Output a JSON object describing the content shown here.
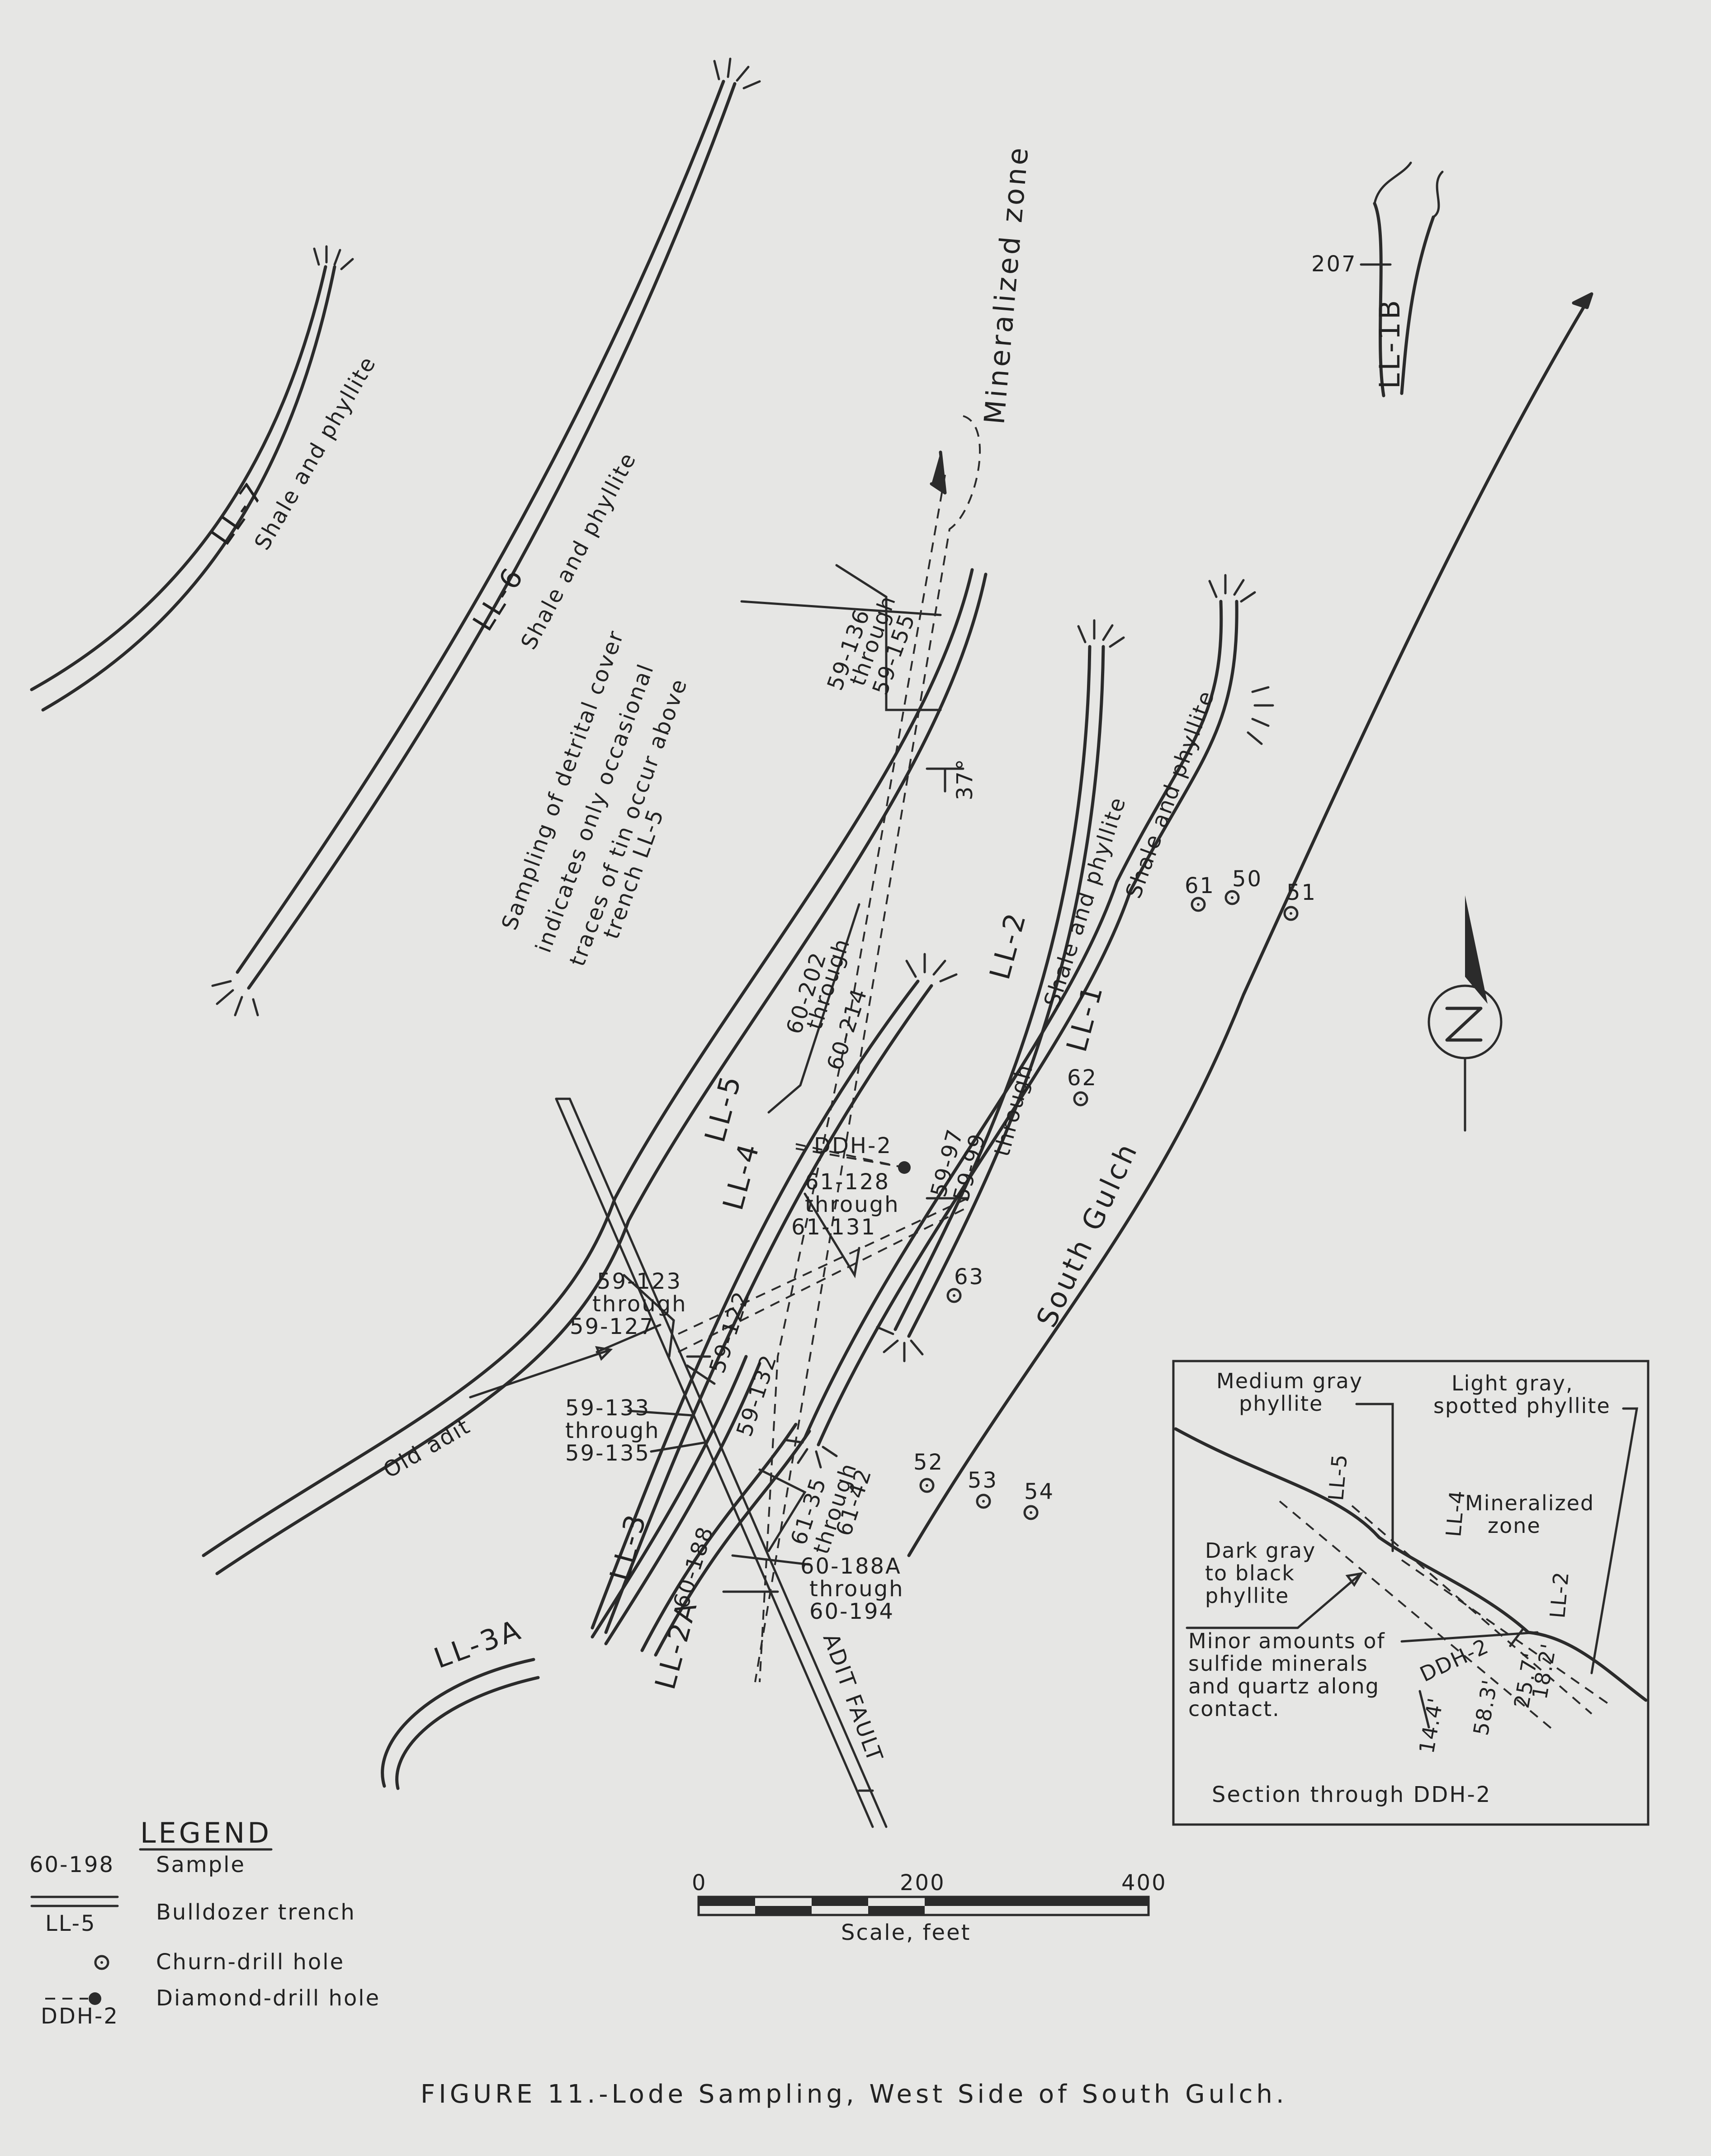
{
  "title": "FIGURE 11.-Lode Sampling, West Side of South Gulch.",
  "trenches": [
    {
      "id": "LL-7",
      "rock": "Shale and phyllite"
    },
    {
      "id": "LL-6",
      "rock": "Shale and phyllite"
    },
    {
      "id": "LL-5",
      "rock": ""
    },
    {
      "id": "LL-4",
      "rock": ""
    },
    {
      "id": "LL-3",
      "rock": ""
    },
    {
      "id": "LL-3A",
      "rock": ""
    },
    {
      "id": "LL-2",
      "rock": "Shale and phyllite"
    },
    {
      "id": "LL-2A",
      "rock": ""
    },
    {
      "id": "LL-1",
      "rock": "Shale and phyllite"
    },
    {
      "id": "LL-1B",
      "rock": ""
    }
  ],
  "notes": {
    "mineralized_zone": "Mineralized zone",
    "detrital": [
      "Sampling of detrital cover",
      "indicates only occasional",
      "traces of tin occur above",
      "trench LL-5"
    ],
    "south_gulch": "South Gulch",
    "old_adit": "Old adit",
    "adit_fault": "ADIT FAULT",
    "dip": "37°",
    "ddh": "DDH-2"
  },
  "samples": {
    "s59_136": "59-136",
    "through": "through",
    "s59_155": "59-155",
    "s60_202": "60-202",
    "s60_214": "60-214",
    "s59_97": "59-97",
    "s59_99": "59-99",
    "s61_128": "61-128",
    "s61_131": "61-131",
    "s59_123": "59-123",
    "s59_127": "59-127",
    "s59_122": "59-122",
    "s59_133": "59-133",
    "s59_135": "59-135",
    "s59_132": "59-132",
    "s61_35": "61-35",
    "s61_42": "61-42",
    "s60_188": "60-188",
    "s60_188A": "60-188A",
    "s60_194": "60-194",
    "s207": "207"
  },
  "churn_holes": [
    "61",
    "50",
    "51",
    "62",
    "63",
    "52",
    "53",
    "54"
  ],
  "section": {
    "title": "Section through DDH-2",
    "medium_gray": [
      "Medium gray",
      "phyllite"
    ],
    "light_gray": [
      "Light gray,",
      "spotted phyllite"
    ],
    "mineralized": [
      "Mineralized",
      "zone"
    ],
    "dark_gray": [
      "Dark gray",
      "to black",
      "phyllite"
    ],
    "minor": [
      "Minor amounts of",
      "sulfide minerals",
      "and quartz along",
      "contact."
    ],
    "ll5": "LL-5",
    "ll4": "LL-4",
    "ll2": "LL-2",
    "ddh": "DDH-2",
    "depths": [
      "18.2'",
      "25.7'",
      "58.3'",
      "14.4'"
    ]
  },
  "scale": {
    "labels": [
      "0",
      "200",
      "400"
    ],
    "caption": "Scale, feet"
  },
  "legend": {
    "title": "LEGEND",
    "items": [
      {
        "symbol": "60-198",
        "text": "Sample"
      },
      {
        "symbol": "LL-5",
        "text": "Bulldozer trench"
      },
      {
        "symbol": "⊙",
        "text": "Churn-drill hole"
      },
      {
        "symbol": "DDH-2",
        "text": "Diamond-drill hole"
      }
    ]
  }
}
